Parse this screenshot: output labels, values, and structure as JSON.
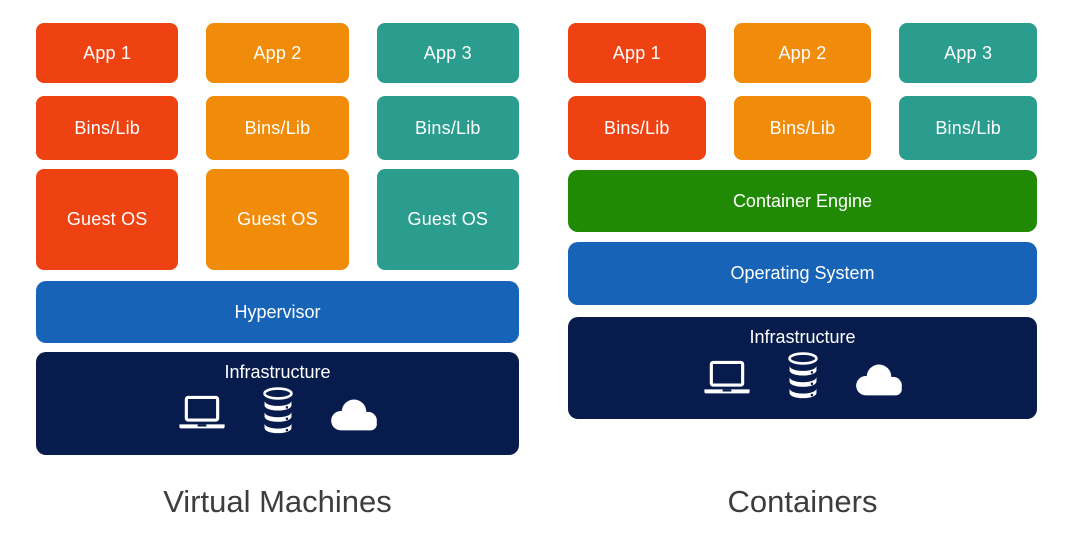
{
  "diagram_title": "Virtual Machines vs Containers architecture diagram",
  "colors": {
    "app1_red": "#EE4213",
    "app2_orange": "#F08C0A",
    "app3_teal": "#2A9D8F",
    "blue_layer": "#1663B7",
    "green_layer": "#218A04",
    "navy_layer": "#071C4D",
    "caption_text": "#3D3D3D",
    "box_text": "#FFFFFF"
  },
  "panels": {
    "vm": {
      "caption": "Virtual Machines",
      "columns": [
        {
          "color": "#EE4213",
          "app": "App 1",
          "bins": "Bins/Lib",
          "guest": "Guest OS"
        },
        {
          "color": "#F08C0A",
          "app": "App 2",
          "bins": "Bins/Lib",
          "guest": "Guest OS"
        },
        {
          "color": "#2A9D8F",
          "app": "App 3",
          "bins": "Bins/Lib",
          "guest": "Guest OS"
        }
      ],
      "hypervisor": {
        "label": "Hypervisor",
        "color": "#1663B7"
      },
      "infrastructure": {
        "label": "Infrastructure",
        "color": "#071C4D",
        "icons": [
          "laptop-icon",
          "database-icon",
          "cloud-icon"
        ]
      }
    },
    "containers": {
      "caption": "Containers",
      "columns": [
        {
          "color": "#EE4213",
          "app": "App 1",
          "bins": "Bins/Lib"
        },
        {
          "color": "#F08C0A",
          "app": "App 2",
          "bins": "Bins/Lib"
        },
        {
          "color": "#2A9D8F",
          "app": "App 3",
          "bins": "Bins/Lib"
        }
      ],
      "container_engine": {
        "label": "Container Engine",
        "color": "#218A04"
      },
      "operating_system": {
        "label": "Operating System",
        "color": "#1663B7"
      },
      "infrastructure": {
        "label": "Infrastructure",
        "color": "#071C4D",
        "icons": [
          "laptop-icon",
          "database-icon",
          "cloud-icon"
        ]
      }
    }
  }
}
